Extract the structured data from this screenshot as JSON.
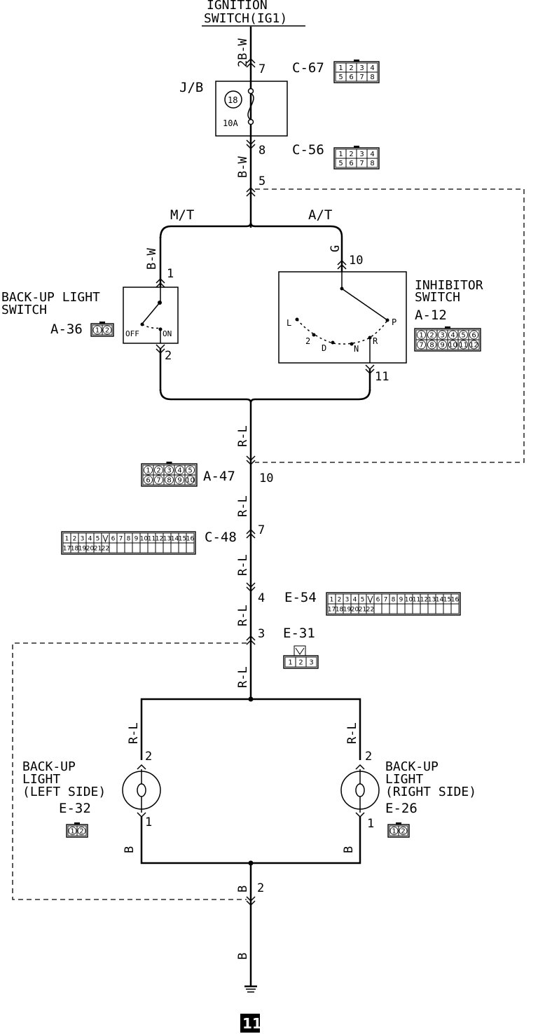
{
  "ignition": {
    "line1": "IGNITION",
    "line2": "SWITCH(IG1)"
  },
  "wires": {
    "w_2bw": "2B-W",
    "w_bw1": "B-W",
    "w_bw2": "B-W",
    "w_g": "G",
    "w_rl1": "R-L",
    "w_rl2": "R-L",
    "w_rl3": "R-L",
    "w_rl4": "R-L",
    "w_rl5": "R-L",
    "w_rl_left": "R-L",
    "w_rl_right": "R-L",
    "w_b_left": "B",
    "w_b_right": "B",
    "w_b1": "B",
    "w_b2": "B"
  },
  "pins": {
    "p7_top": "7",
    "p8": "8",
    "p5": "5",
    "p1_backup": "1",
    "p2_backup": "2",
    "p10_inh": "10",
    "p11_inh": "11",
    "p10": "10",
    "p7_c48": "7",
    "p4": "4",
    "p3": "3",
    "p2_left": "2",
    "p1_left": "1",
    "p2_right": "2",
    "p1_right": "1",
    "p2_ground": "2"
  },
  "connectors": {
    "c67": {
      "label": "C-67",
      "pins": [
        "1",
        "2",
        "3",
        "4",
        "5",
        "6",
        "7",
        "8"
      ]
    },
    "c56": {
      "label": "C-56",
      "pins": [
        "1",
        "2",
        "3",
        "4",
        "5",
        "6",
        "7",
        "8"
      ]
    },
    "a36": {
      "label": "A-36",
      "pins": [
        "1",
        "2"
      ]
    },
    "a12": {
      "label": "A-12",
      "pins": [
        "1",
        "2",
        "3",
        "4",
        "5",
        "6",
        "7",
        "8",
        "9",
        "10",
        "11",
        "12"
      ]
    },
    "a47": {
      "label": "A-47",
      "pins": [
        "1",
        "2",
        "3",
        "4",
        "5",
        "6",
        "7",
        "8",
        "9",
        "10"
      ]
    },
    "c48": {
      "label": "C-48",
      "pins": [
        "1",
        "2",
        "3",
        "4",
        "5",
        "6",
        "7",
        "8",
        "9",
        "10",
        "11",
        "12",
        "13",
        "14",
        "15",
        "16",
        "17",
        "18",
        "19",
        "20",
        "21",
        "22"
      ]
    },
    "e54": {
      "label": "E-54",
      "pins": [
        "1",
        "2",
        "3",
        "4",
        "5",
        "6",
        "7",
        "8",
        "9",
        "10",
        "11",
        "12",
        "13",
        "14",
        "15",
        "16",
        "17",
        "18",
        "19",
        "20",
        "21",
        "22"
      ]
    },
    "e31": {
      "label": "E-31",
      "pins": [
        "1",
        "2",
        "3"
      ]
    },
    "e32": {
      "label": "E-32",
      "pins": [
        "1",
        "2"
      ]
    },
    "e26": {
      "label": "E-26",
      "pins": [
        "1",
        "2"
      ]
    }
  },
  "junction_block": {
    "label": "J/B",
    "fuse_number": "18",
    "fuse_rating": "10A"
  },
  "transmission": {
    "mt": "M/T",
    "at": "A/T"
  },
  "backup_switch": {
    "line1": "BACK-UP LIGHT",
    "line2": "SWITCH",
    "off": "OFF",
    "on": "ON"
  },
  "inhibitor": {
    "line1": "INHIBITOR",
    "line2": "SWITCH",
    "pos_l": "L",
    "pos_2": "2",
    "pos_d": "D",
    "pos_n": "N",
    "pos_r": "R",
    "pos_p": "P"
  },
  "left_light": {
    "line1": "BACK-UP",
    "line2": "LIGHT",
    "line3": "(LEFT SIDE)"
  },
  "right_light": {
    "line1": "BACK-UP",
    "line2": "LIGHT",
    "line3": "(RIGHT SIDE)"
  },
  "ground": {
    "number": "11"
  }
}
